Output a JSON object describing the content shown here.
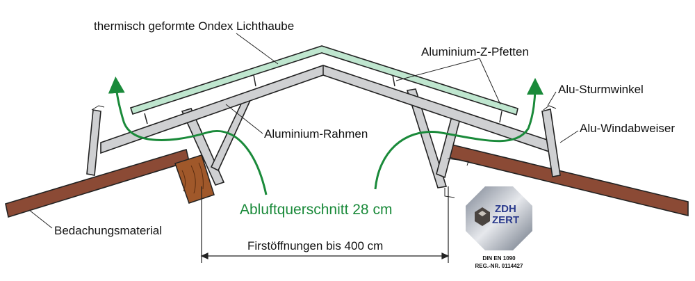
{
  "labels": {
    "glazing": "thermisch geformte Ondex Lichthaube",
    "purlins": "Aluminium-Z-Pfetten",
    "storm_angle": "Alu-Sturmwinkel",
    "wind_deflector": "Alu-Windabweiser",
    "frame": "Aluminium-Rahmen",
    "exhaust": "Abluftquerschnitt 28 cm",
    "roofing": "Bedachungsmaterial",
    "opening": "Firstöffnungen bis 400 cm"
  },
  "badge": {
    "line1": "ZDH",
    "line2": "ZERT",
    "standard": "DIN EN 1090",
    "reg": "REG.-NR. 0114427"
  },
  "colors": {
    "flow": "#1a8a3a",
    "glazing": "#bfe6cf",
    "roofing": "#8b4a35",
    "aluminium": "#cfd0d2"
  }
}
